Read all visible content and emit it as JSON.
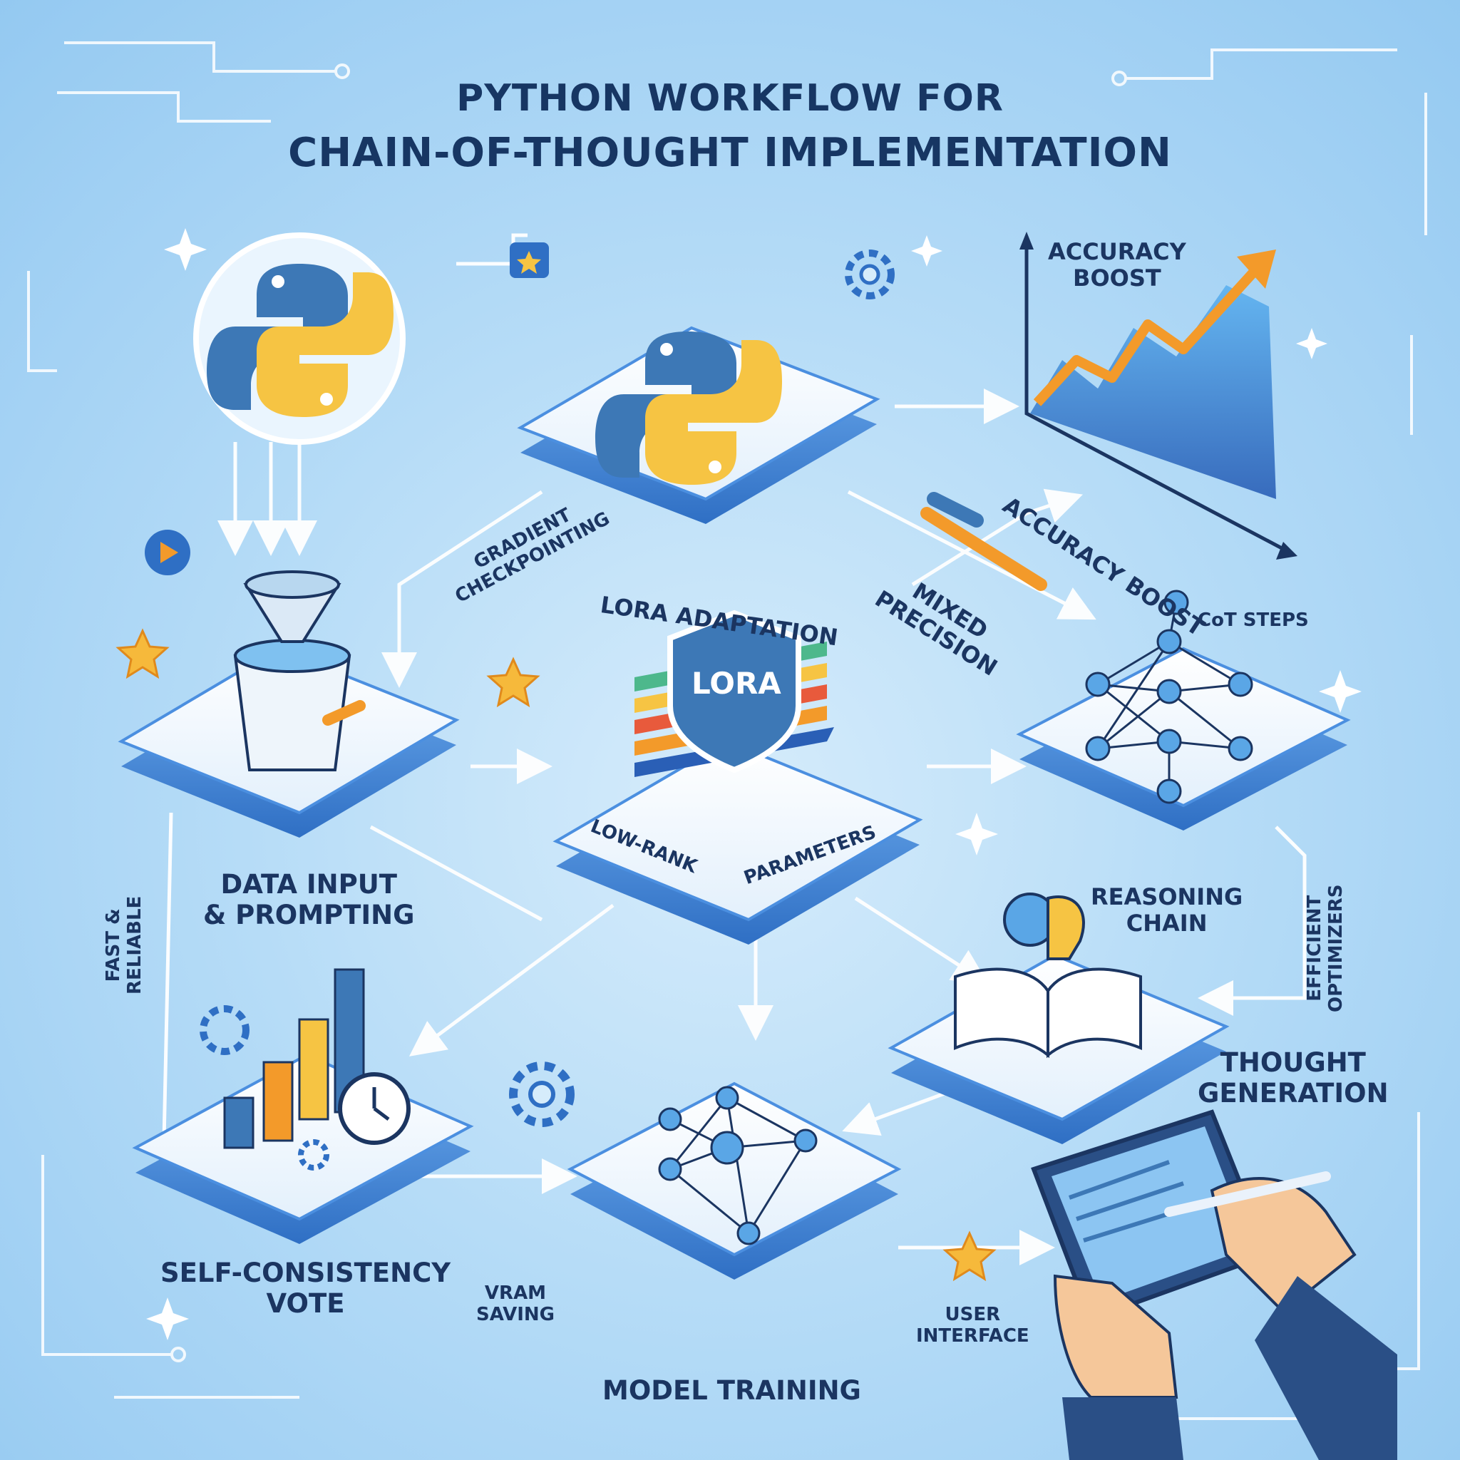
{
  "title": {
    "line1": "PYTHON WORKFLOW FOR",
    "line2": "CHAIN-OF-THOUGHT IMPLEMENTATION"
  },
  "labels": {
    "accuracy_chart": [
      "ACCURACY",
      "BOOST"
    ],
    "accuracy_arrow": "ACCURACY BOOST",
    "gradient": [
      "GRADIENT",
      "CHECKPOINTING"
    ],
    "lora_adaptation": "LORA ADAPTATION",
    "lora_shield": "LORA",
    "low_rank": "LOW-RANK",
    "parameters": "PARAMETERS",
    "mixed_precision": [
      "MIXED",
      "PRECISION"
    ],
    "cot_steps": "CoT STEPS",
    "data_input": [
      "DATA INPUT",
      "& PROMPTING"
    ],
    "fast_reliable": [
      "FAST &",
      "RELIABLE"
    ],
    "reasoning_chain": [
      "REASONING",
      "CHAIN"
    ],
    "efficient_optimizers": [
      "EFFICIENT",
      "OPTIMIZERS"
    ],
    "thought_generation": [
      "THOUGHT",
      "GENERATION"
    ],
    "self_consistency": [
      "SELF-CONSISTENCY",
      "VOTE"
    ],
    "vram_saving": [
      "VRAM",
      "SAVING"
    ],
    "model_training": "MODEL TRAINING",
    "user_interface": [
      "USER",
      "INTERFACE"
    ]
  },
  "colors": {
    "navy": "#1b3561",
    "python_blue": "#3d78b6",
    "python_yellow": "#f6c443",
    "accent_orange": "#f39a2a",
    "platform_edge": "#4b8fe0"
  }
}
